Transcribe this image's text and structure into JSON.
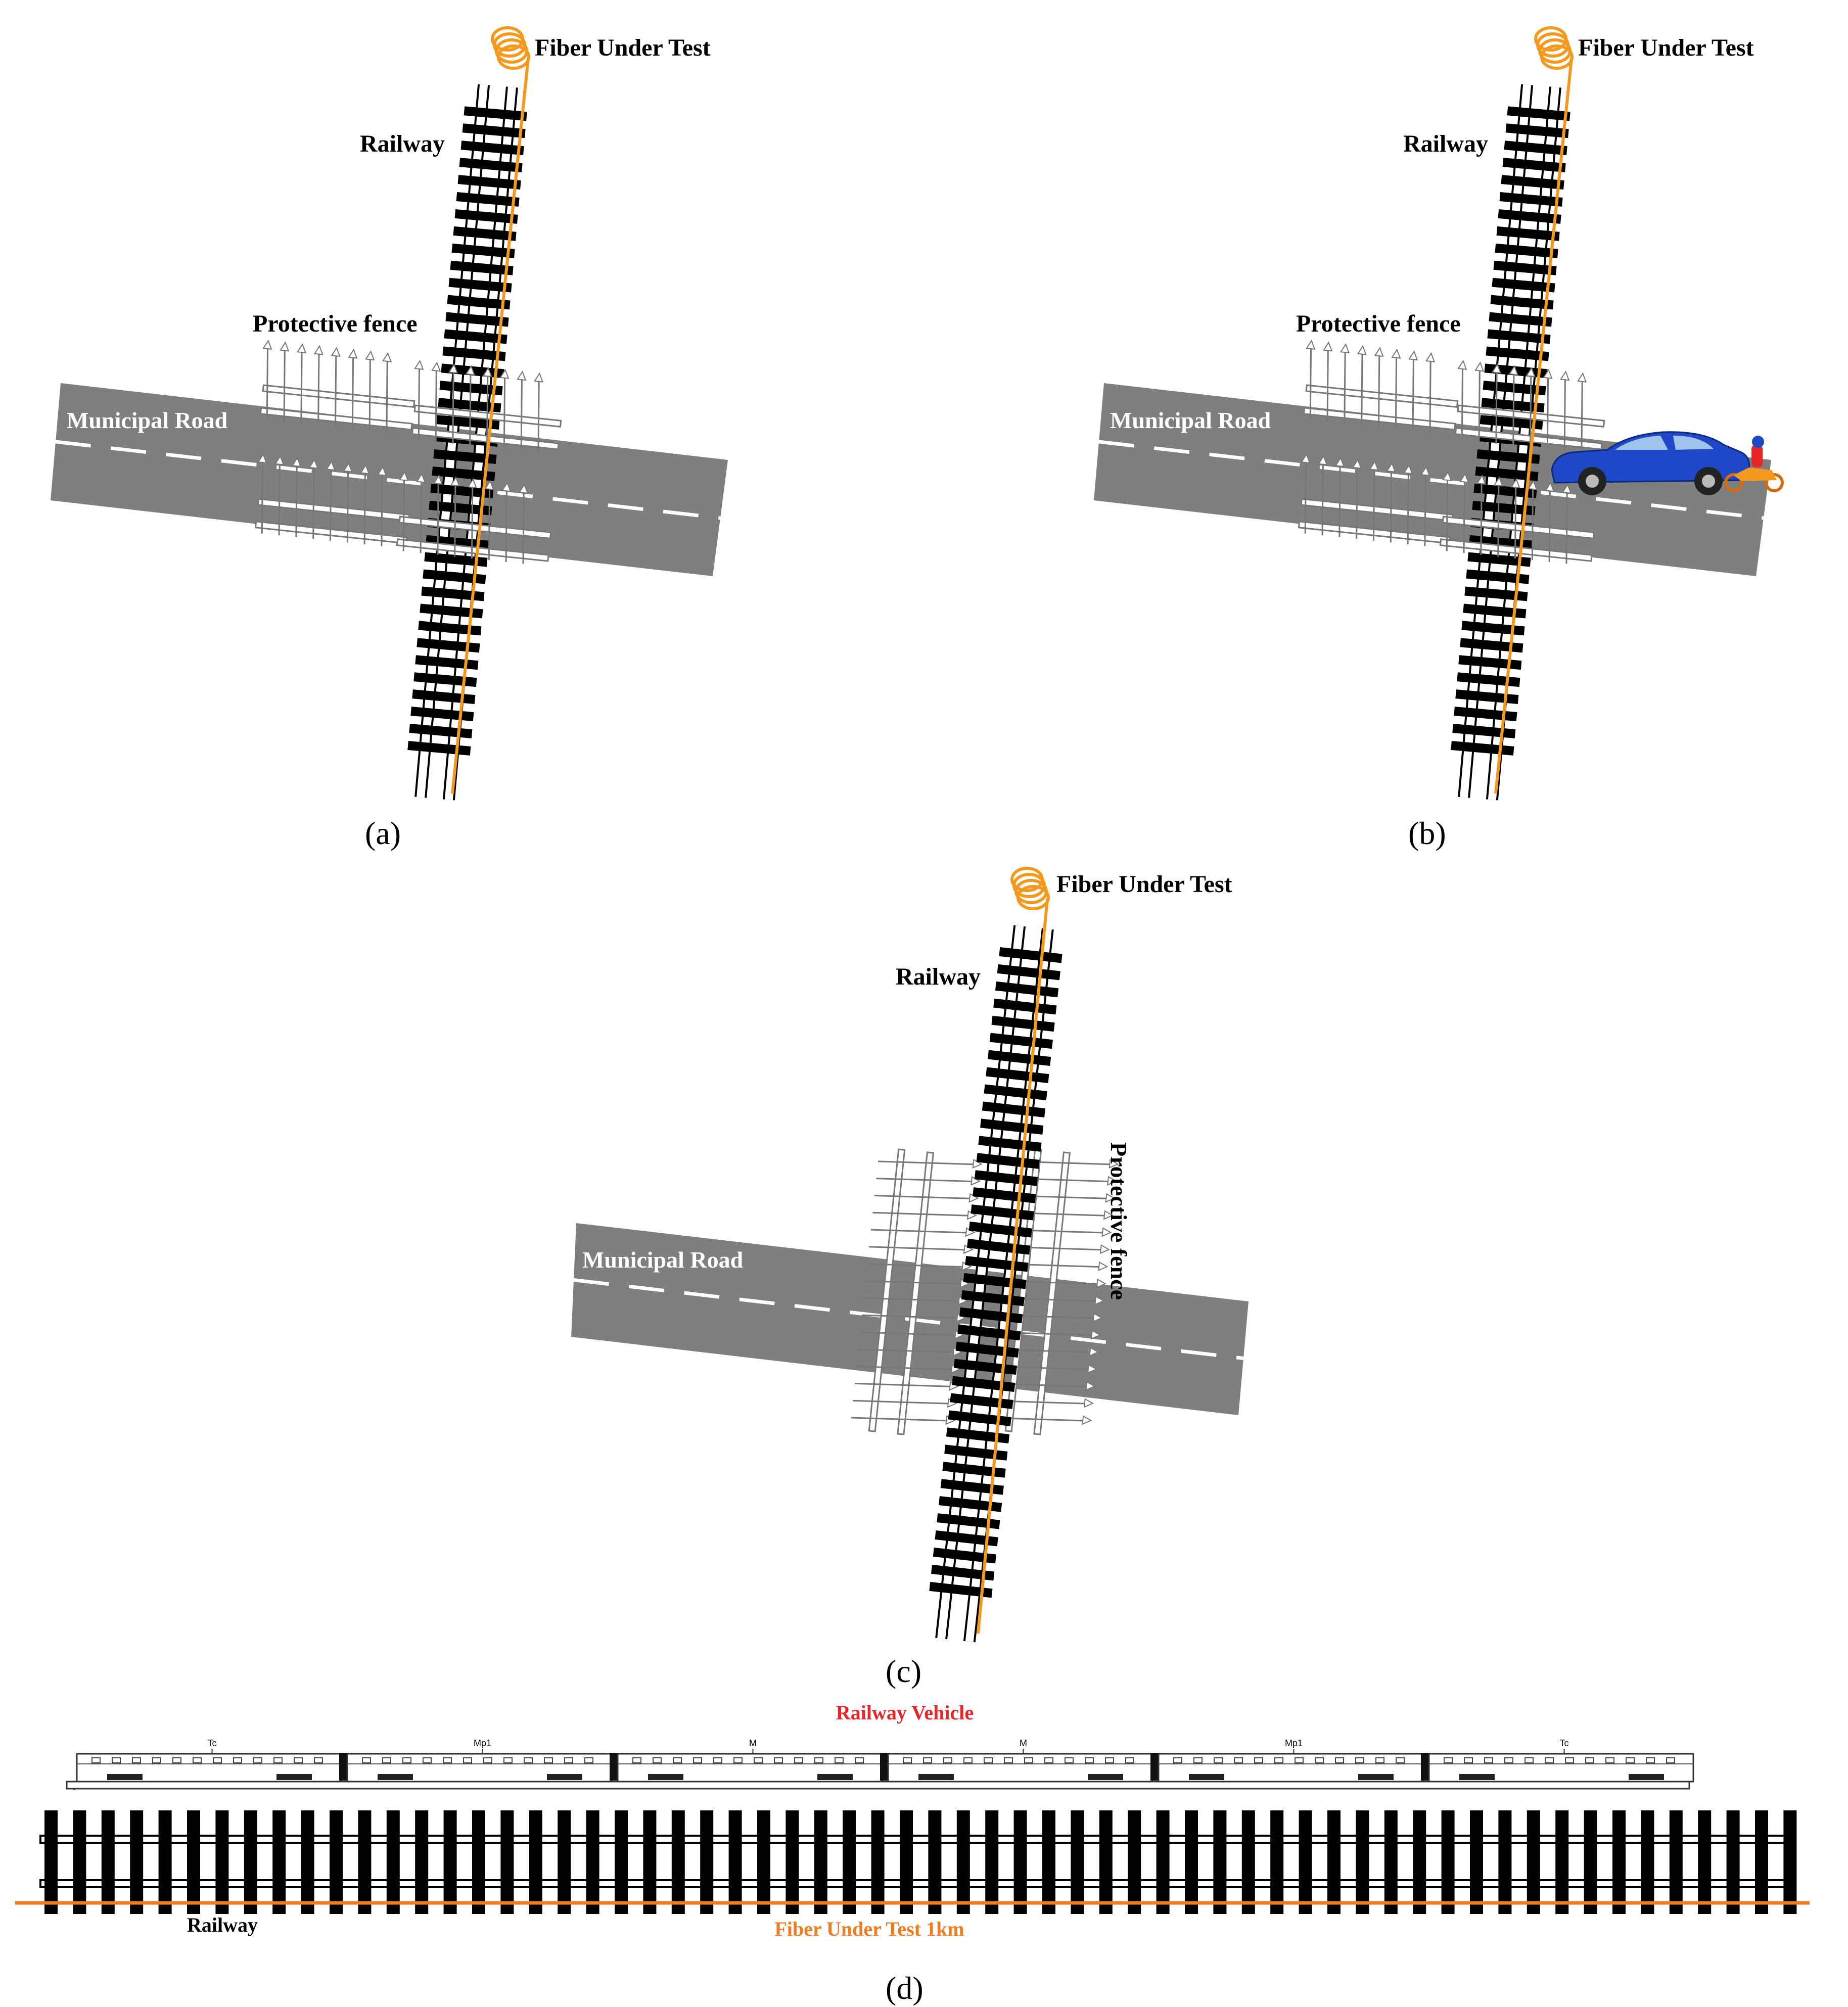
{
  "colors": {
    "fiber": "#f39a1e",
    "road": "#7f7f7f",
    "sleeper": "#000000",
    "car": "#1f48c8",
    "vehicle_label": "#e8262a",
    "fiber_label": "#ee7d22"
  },
  "labels": {
    "fiber": "Fiber Under Test",
    "railway": "Railway",
    "fence": "Protective fence",
    "road": "Municipal Road"
  },
  "panels": {
    "a": "(a)",
    "b": "(b)",
    "c": "(c)",
    "d": "(d)"
  },
  "panel_d": {
    "vehicle_label": "Railway Vehicle",
    "railway_label": "Railway",
    "fiber_label": "Fiber Under Test 1km",
    "car_codes": [
      "Tc",
      "Mp1",
      "M",
      "M",
      "Mp1",
      "Tc"
    ]
  },
  "icons": {
    "fiber_spool": "fiber-coil-icon",
    "car": "car-icon",
    "scooter": "motorcycle-icon",
    "train": "train-icon"
  }
}
